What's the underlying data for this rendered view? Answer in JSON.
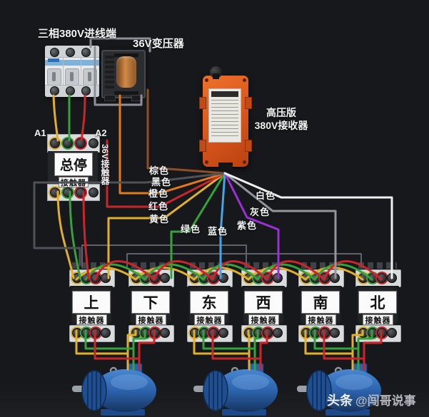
{
  "colors": {
    "background": "#17181b"
  },
  "wire_colors": {
    "yellow": "#e0b02c",
    "green": "#35a33d",
    "red": "#c8262c",
    "orange": "#df7a1e",
    "brown": "#8f4e26",
    "black": "#4e5156",
    "blue": "#45a3e6",
    "purple": "#9a30d8",
    "gray": "#93969c",
    "white": "#efefef",
    "bus_gray": "#5f6266",
    "feed_gray": "#8d9096"
  },
  "labels": {
    "breaker": "三相380V进线端",
    "transformer": "36V变压器",
    "receiver_line1": "高压版",
    "receiver_line2": "380V接收器",
    "a1": "A1",
    "a2": "A2",
    "main_contactor": "总停",
    "contactor_caption": "接触器",
    "main_contactor_side": "36V接触器"
  },
  "wire_labels": [
    {
      "name": "brown",
      "text": "棕色"
    },
    {
      "name": "black",
      "text": "黑色"
    },
    {
      "name": "orange",
      "text": "橙色"
    },
    {
      "name": "red",
      "text": "红色"
    },
    {
      "name": "yellow",
      "text": "黄色"
    },
    {
      "name": "green",
      "text": "绿色"
    },
    {
      "name": "blue",
      "text": "蓝色"
    },
    {
      "name": "purple",
      "text": "紫色"
    },
    {
      "name": "gray",
      "text": "灰色"
    },
    {
      "name": "white",
      "text": "白色"
    }
  ],
  "contactors": [
    {
      "label": "上",
      "caption": "接触器"
    },
    {
      "label": "下",
      "caption": "接触器"
    },
    {
      "label": "东",
      "caption": "接触器"
    },
    {
      "label": "西",
      "caption": "接触器"
    },
    {
      "label": "南",
      "caption": "接触器"
    },
    {
      "label": "北",
      "caption": "接触器"
    }
  ],
  "watermark": {
    "site": "头条",
    "author": "@闯哥说事"
  }
}
